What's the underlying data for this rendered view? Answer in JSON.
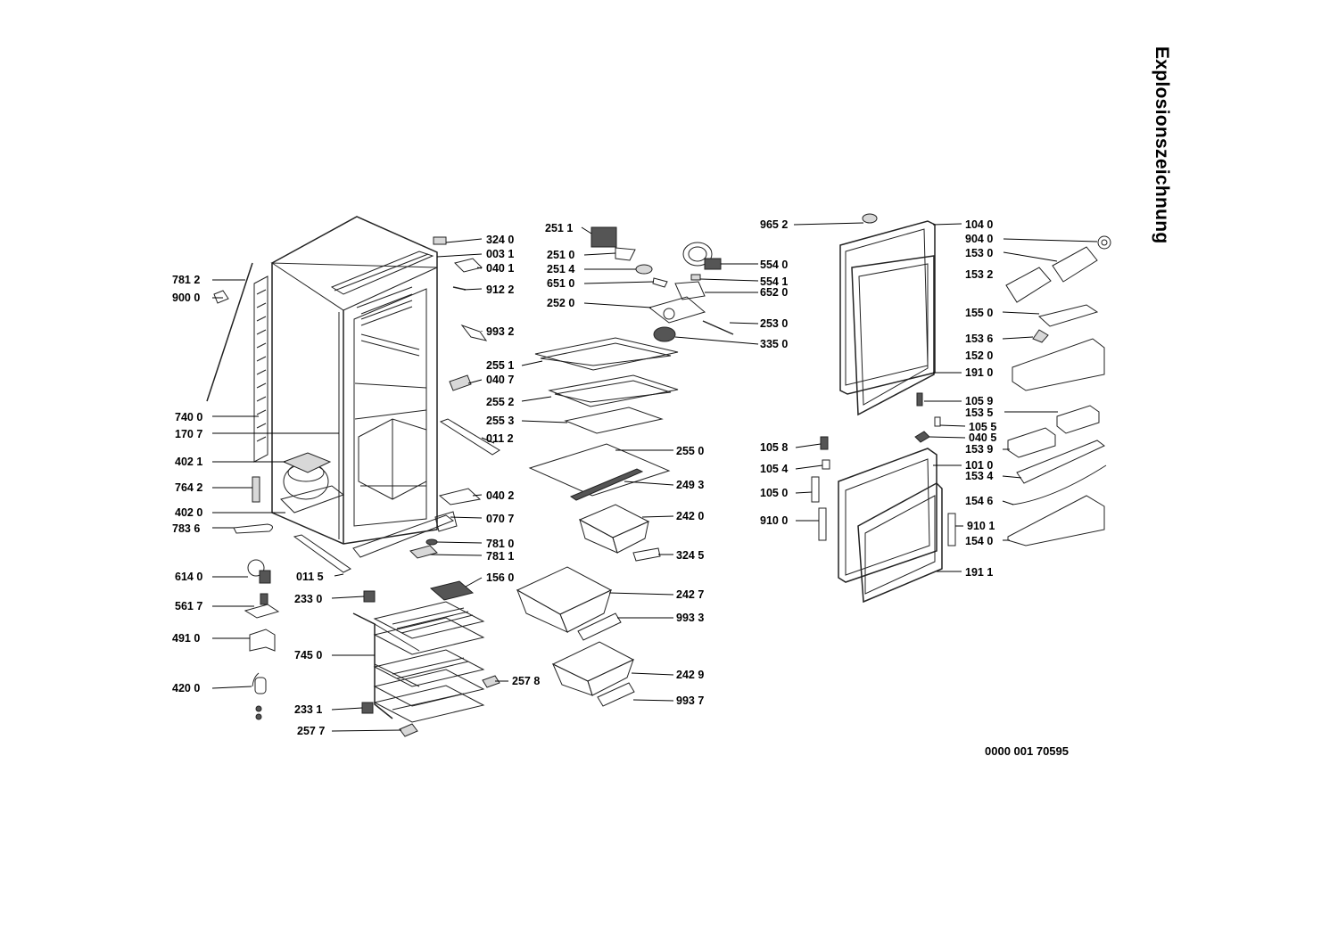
{
  "title": "Explosionszeichnung",
  "doc_number": "0000 001 70595",
  "callouts": [
    "324 0",
    "003 1",
    "040 1",
    "912 2",
    "993 2",
    "040 7",
    "011 2",
    "040 2",
    "070 7",
    "781 0",
    "781 1",
    "781 2",
    "900 0",
    "740 0",
    "170 7",
    "402 1",
    "764 2",
    "402 0",
    "783 6",
    "614 0",
    "011 5",
    "561 7",
    "233 0",
    "491 0",
    "745 0",
    "420 0",
    "233 1",
    "257 7",
    "257 8",
    "156 0",
    "251 1",
    "251 0",
    "251 4",
    "651 0",
    "252 0",
    "554 0",
    "554 1",
    "652 0",
    "253 0",
    "335 0",
    "255 1",
    "255 2",
    "255 3",
    "255 0",
    "249 3",
    "242 0",
    "324 5",
    "242 7",
    "993 3",
    "242 9",
    "993 7",
    "965 2",
    "104 0",
    "904 0",
    "153 0",
    "153 2",
    "155 0",
    "153 6",
    "152 0",
    "191 0",
    "105 9",
    "153 5",
    "105 5",
    "040 5",
    "105 8",
    "105 4",
    "153 9",
    "101 0",
    "153 4",
    "105 0",
    "154 6",
    "910 0",
    "910 1",
    "154 0",
    "191 1"
  ]
}
